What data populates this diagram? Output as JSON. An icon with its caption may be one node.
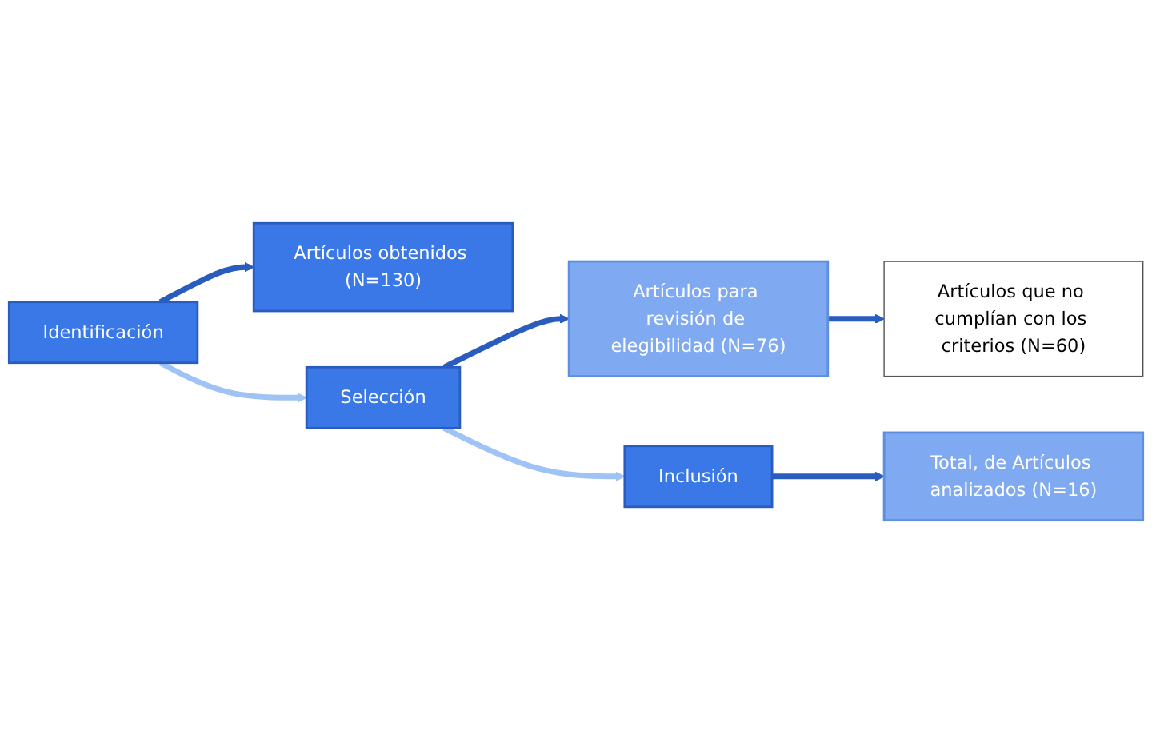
{
  "diagram": {
    "nodes": [
      {
        "text": [
          "Identificación"
        ]
      },
      {
        "text": [
          "Artículos obtenidos (N=130)"
        ]
      },
      {
        "text": [
          "Selección"
        ]
      },
      {
        "text": [
          "Artículos para revisión de elegibilidad (N=76)"
        ]
      },
      {
        "text": [
          "Artículos que no cumplían con los criterios (N=60)"
        ]
      },
      {
        "text": [
          "Inclusión"
        ]
      },
      {
        "text": [
          "Total, de Artículos analizados (N=16)"
        ]
      }
    ],
    "edges": [
      {
        "from": 0,
        "to": 1,
        "arrow": "to"
      },
      {
        "from": 0,
        "to": 2,
        "arrow": "to",
        "color": "#9fc3f5"
      },
      {
        "from": 2,
        "to": 3,
        "arrow": "to"
      },
      {
        "from": 3,
        "to": 4,
        "arrow": "to"
      },
      {
        "from": 2,
        "to": 5,
        "arrow": "to",
        "color": "#9fc3f5"
      },
      {
        "from": 5,
        "to": 6,
        "arrow": "to"
      }
    ]
  }
}
